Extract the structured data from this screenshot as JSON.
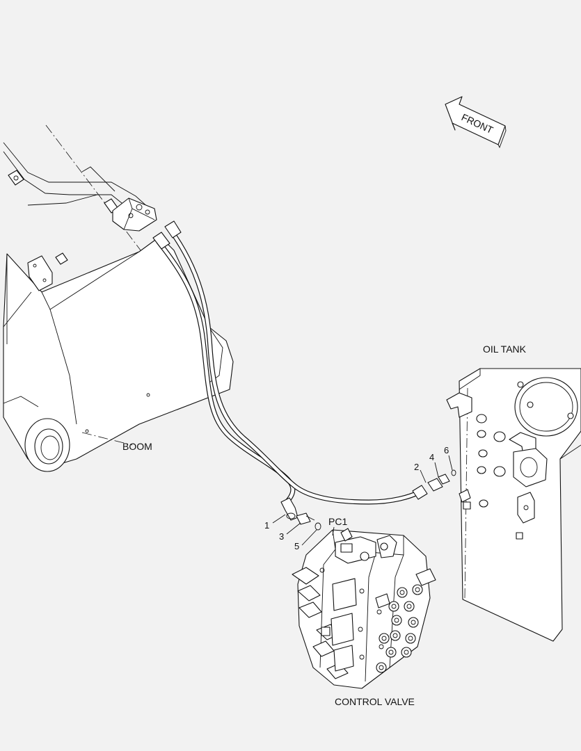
{
  "labels": {
    "front": "FRONT",
    "oil_tank": "OIL TANK",
    "boom": "BOOM",
    "control_valve": "CONTROL VALVE",
    "port": "PC1"
  },
  "callouts": [
    "1",
    "2",
    "3",
    "4",
    "5",
    "6"
  ]
}
